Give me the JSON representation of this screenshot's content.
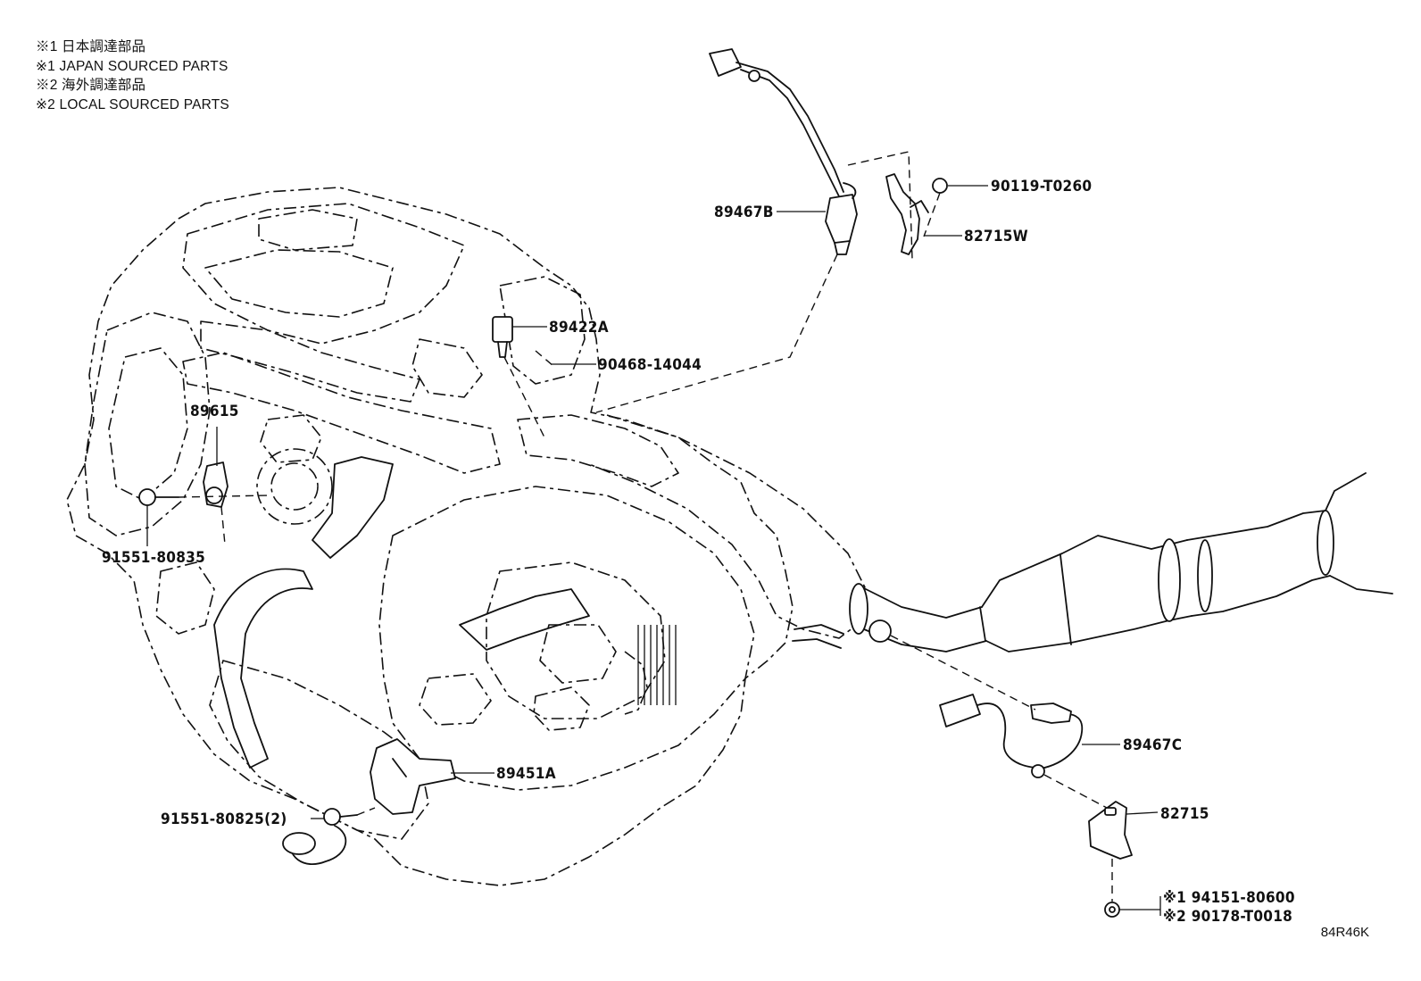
{
  "legend": [
    "※1 日本調達部品",
    "※1 JAPAN SOURCED PARTS",
    "※2 海外調達部品",
    "※2 LOCAL SOURCED PARTS"
  ],
  "parts": {
    "p89467B": "89467B",
    "p90119": "90119-T0260",
    "p82715W": "82715W",
    "p89422A": "89422A",
    "p90468": "90468-14044",
    "p89615": "89615",
    "p91551_80835": "91551-80835",
    "p89451A": "89451A",
    "p91551_80825": "91551-80825(2)",
    "p89467C": "89467C",
    "p82715": "82715",
    "p94151": "※1 94151-80600",
    "p90178": "※2 90178-T0018"
  },
  "figure_code": "84R46K"
}
